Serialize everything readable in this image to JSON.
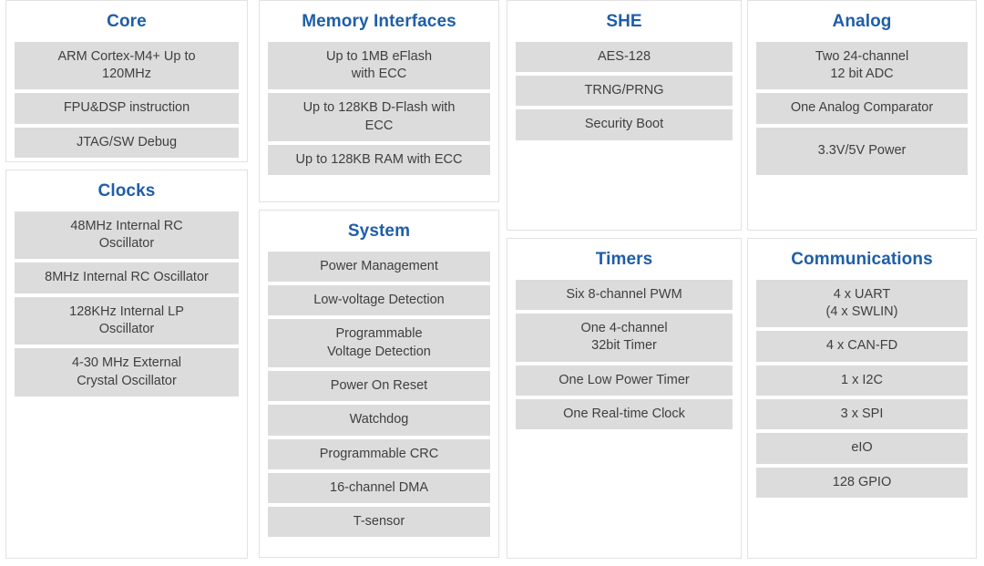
{
  "theme": {
    "title_color": "#1F5EA8",
    "block_bg": "#DCDCDC",
    "block_text": "#3F3F3F",
    "card_border": "#E2E2E2",
    "page_bg": "#FFFFFF"
  },
  "columns": [
    {
      "cards": [
        {
          "id": "core",
          "title": "Core",
          "blocks": [
            "ARM Cortex-M4+ Up to\n120MHz",
            "FPU&DSP instruction",
            "JTAG/SW Debug"
          ]
        },
        {
          "id": "clocks",
          "title": "Clocks",
          "blocks": [
            "48MHz Internal RC\nOscillator",
            "8MHz Internal RC Oscillator",
            "128KHz Internal LP\nOscillator",
            "4-30 MHz External\nCrystal Oscillator"
          ]
        }
      ]
    },
    {
      "cards": [
        {
          "id": "memory-interfaces",
          "title": "Memory Interfaces",
          "blocks": [
            "Up to 1MB eFlash\nwith ECC",
            "Up to 128KB D-Flash with\nECC",
            "Up to 128KB RAM with ECC"
          ]
        },
        {
          "id": "system",
          "title": "System",
          "blocks": [
            "Power Management",
            "Low-voltage Detection",
            "Programmable\nVoltage Detection",
            "Power On Reset",
            "Watchdog",
            "Programmable CRC",
            "16-channel DMA",
            "T-sensor"
          ]
        }
      ]
    },
    {
      "cards": [
        {
          "id": "she",
          "title": "SHE",
          "blocks": [
            "AES-128",
            "TRNG/PRNG",
            "Security Boot"
          ]
        },
        {
          "id": "timers",
          "title": "Timers",
          "blocks": [
            "Six 8-channel PWM",
            "One 4-channel\n32bit Timer",
            "One Low Power Timer",
            "One Real-time Clock"
          ]
        }
      ]
    },
    {
      "cards": [
        {
          "id": "analog",
          "title": "Analog",
          "blocks": [
            "Two 24-channel\n12 bit ADC",
            "One Analog Comparator",
            "3.3V/5V Power"
          ]
        },
        {
          "id": "communications",
          "title": "Communications",
          "blocks": [
            "4 x UART\n(4 x SWLIN)",
            "4 x CAN-FD",
            "1 x I2C",
            "3 x SPI",
            "eIO",
            "128 GPIO"
          ]
        }
      ]
    }
  ]
}
